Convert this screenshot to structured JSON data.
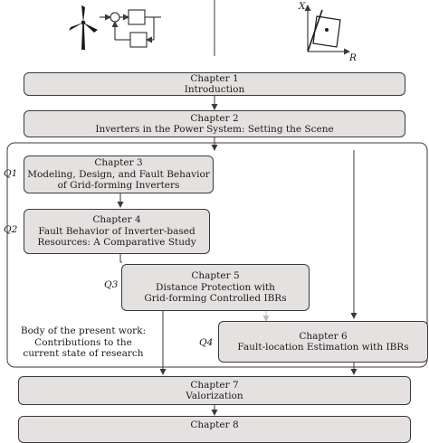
{
  "chapters": [
    {
      "chapter": "Chapter 1",
      "title_lines": [
        "Introduction"
      ]
    },
    {
      "chapter": "Chapter 2",
      "title_lines": [
        "Inverters in the Power System: Setting the Scene"
      ]
    },
    {
      "chapter": "Chapter 3",
      "title_lines": [
        "Modeling, Design, and Fault Behavior",
        "of Grid-forming Inverters"
      ]
    },
    {
      "chapter": "Chapter 4",
      "title_lines": [
        "Fault Behavior of Inverter-based",
        "Resources: A Comparative Study"
      ]
    },
    {
      "chapter": "Chapter 5",
      "title_lines": [
        "Distance Protection with",
        "Grid-forming Controlled IBRs"
      ]
    },
    {
      "chapter": "Chapter 6",
      "title_lines": [
        "Fault-location Estimation with IBRs"
      ]
    },
    {
      "chapter": "Chapter 7",
      "title_lines": [
        "Valorization"
      ]
    },
    {
      "chapter": "Chapter 8",
      "title_lines": []
    }
  ],
  "questions": [
    "Q1",
    "Q2",
    "Q3",
    "Q4"
  ],
  "body_label": [
    "Body of the present work:",
    "Contributions to the",
    "current state of research"
  ],
  "impedance_axes": {
    "x_axis": "R",
    "y_axis": "X"
  },
  "colors": {
    "box_fill": "#e6e1e1",
    "line": "#3a3a3a"
  },
  "icons": [
    "wind-turbine-icon",
    "control-loop-icon",
    "impedance-plane-icon"
  ]
}
